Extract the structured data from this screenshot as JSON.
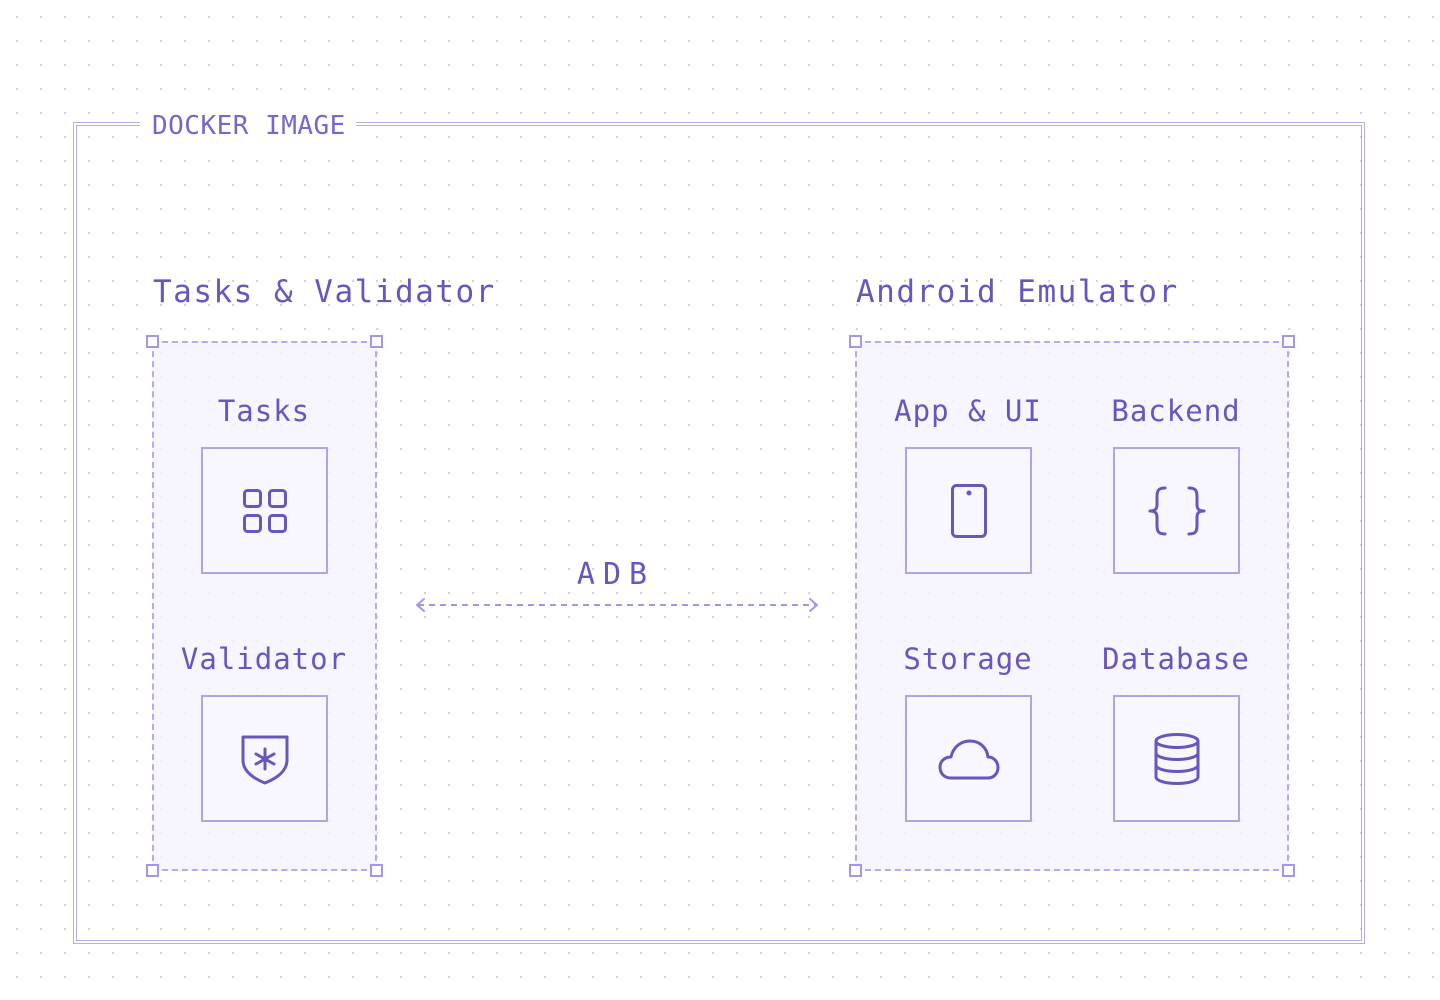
{
  "outer_frame": {
    "label": "DOCKER IMAGE"
  },
  "groups": {
    "tasks_validator": {
      "title": "Tasks & Validator",
      "components": [
        {
          "label": "Tasks",
          "icon": "grid-icon"
        },
        {
          "label": "Validator",
          "icon": "shield-asterisk-icon"
        }
      ]
    },
    "android_emulator": {
      "title": "Android Emulator",
      "components": [
        {
          "label": "App & UI",
          "icon": "phone-icon"
        },
        {
          "label": "Backend",
          "icon": "braces-icon"
        },
        {
          "label": "Storage",
          "icon": "cloud-icon"
        },
        {
          "label": "Database",
          "icon": "database-icon"
        }
      ]
    }
  },
  "connection": {
    "label": "ADB",
    "direction": "bidirectional"
  },
  "colors": {
    "accent": "#6a55bd",
    "border": "#b9acea",
    "group_fill": "#f6f3fd"
  }
}
